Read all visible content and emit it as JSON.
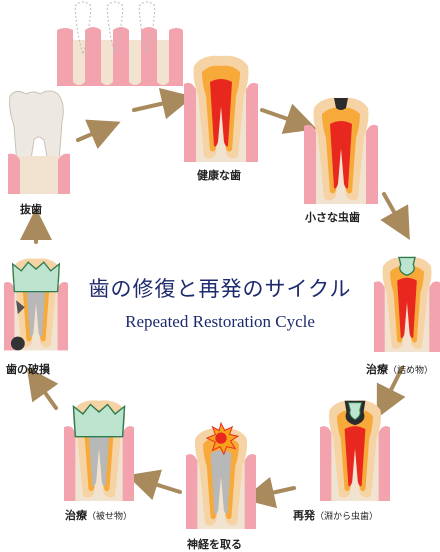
{
  "title": {
    "jp": "歯の修復と再発のサイクル",
    "en": "Repeated Restoration Cycle"
  },
  "stages": [
    {
      "id": "healthy",
      "label": "健康な歯",
      "note": ""
    },
    {
      "id": "small-caries",
      "label": "小さな虫歯",
      "note": ""
    },
    {
      "id": "treatment-filling",
      "label": "治療",
      "note": "（詰め物）"
    },
    {
      "id": "recurrence",
      "label": "再発",
      "note": "（淵から虫歯）"
    },
    {
      "id": "root-canal",
      "label": "神経を取る",
      "note": ""
    },
    {
      "id": "treatment-crown",
      "label": "治療",
      "note": "（被せ物）"
    },
    {
      "id": "fracture",
      "label": "歯の破損",
      "note": ""
    },
    {
      "id": "extraction",
      "label": "抜歯",
      "note": ""
    }
  ],
  "colors": {
    "title": "#1e2a6e",
    "enamel": "#f6d3a4",
    "dentin": "#f7a93a",
    "pulp": "#e8271e",
    "gum": "#f3a3ae",
    "bone": "#f1e3cf",
    "arrow": "#a88a5c",
    "filling": "#bde4cf"
  }
}
